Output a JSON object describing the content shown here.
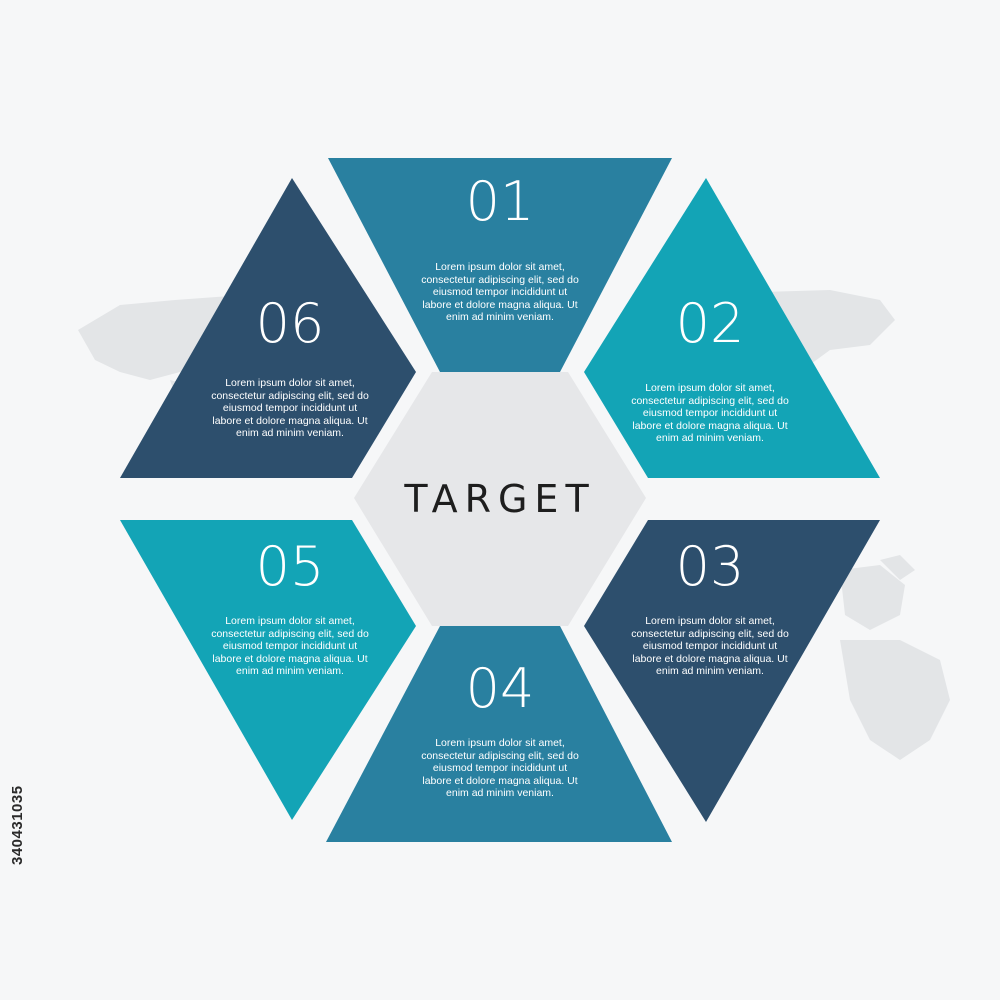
{
  "center": {
    "label": "TARGET",
    "fill": "#e6e7e9"
  },
  "segments": [
    {
      "number": "01",
      "fill": "#2980a0",
      "text": "Lorem ipsum dolor sit amet, consectetur adipiscing elit, sed do eiusmod tempor incididunt ut labore et dolore magna aliqua. Ut enim ad minim veniam."
    },
    {
      "number": "02",
      "fill": "#13a4b6",
      "text": "Lorem ipsum dolor sit amet, consectetur adipiscing elit, sed do eiusmod tempor incididunt ut labore et dolore magna aliqua. Ut enim ad minim veniam."
    },
    {
      "number": "03",
      "fill": "#2d4f6d",
      "text": "Lorem ipsum dolor sit amet, consectetur adipiscing elit, sed do eiusmod tempor incididunt ut labore et dolore magna aliqua. Ut enim ad minim veniam."
    },
    {
      "number": "04",
      "fill": "#2980a0",
      "text": "Lorem ipsum dolor sit amet, consectetur adipiscing elit, sed do eiusmod tempor incididunt ut labore et dolore magna aliqua. Ut enim ad minim veniam."
    },
    {
      "number": "05",
      "fill": "#13a4b6",
      "text": "Lorem ipsum dolor sit amet, consectetur adipiscing elit, sed do eiusmod tempor incididunt ut labore et dolore magna aliqua. Ut enim ad minim veniam."
    },
    {
      "number": "06",
      "fill": "#2d4f6d",
      "text": "Lorem ipsum dolor sit amet, consectetur adipiscing elit, sed do eiusmod tempor incididunt ut labore et dolore magna aliqua. Ut enim ad minim veniam."
    }
  ],
  "watermark": {
    "stock_id": "340431035"
  },
  "background": {
    "map_color": "#e3e5e7"
  }
}
